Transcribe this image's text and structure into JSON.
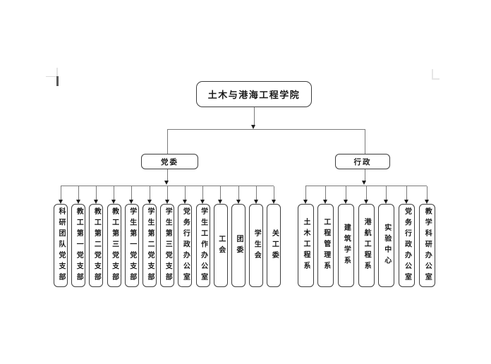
{
  "org": {
    "root": "土木与港海工程学院",
    "branches": [
      {
        "label": "党委",
        "departments": [
          "科研团队党支部",
          "教工第一党支部",
          "教工第二党支部",
          "教工第三党支部",
          "学生第一党支部",
          "学生第二党支部",
          "学生第三党支部",
          "党务行政办公室",
          "学生工作办公室",
          "工会",
          "团委",
          "学生会",
          "关工委"
        ]
      },
      {
        "label": "行政",
        "departments": [
          "土木工程系",
          "工程管理系",
          "建筑学系",
          "港航工程系",
          "实验中心",
          "党务行政办公室",
          "教学科研办公室"
        ]
      }
    ],
    "colors": {
      "background": "#ffffff",
      "box_border": "#3c3c3c",
      "connector_line": "#7a7a7a",
      "arrowhead": "#1f1f1f",
      "text": "#1a1a1a"
    }
  }
}
